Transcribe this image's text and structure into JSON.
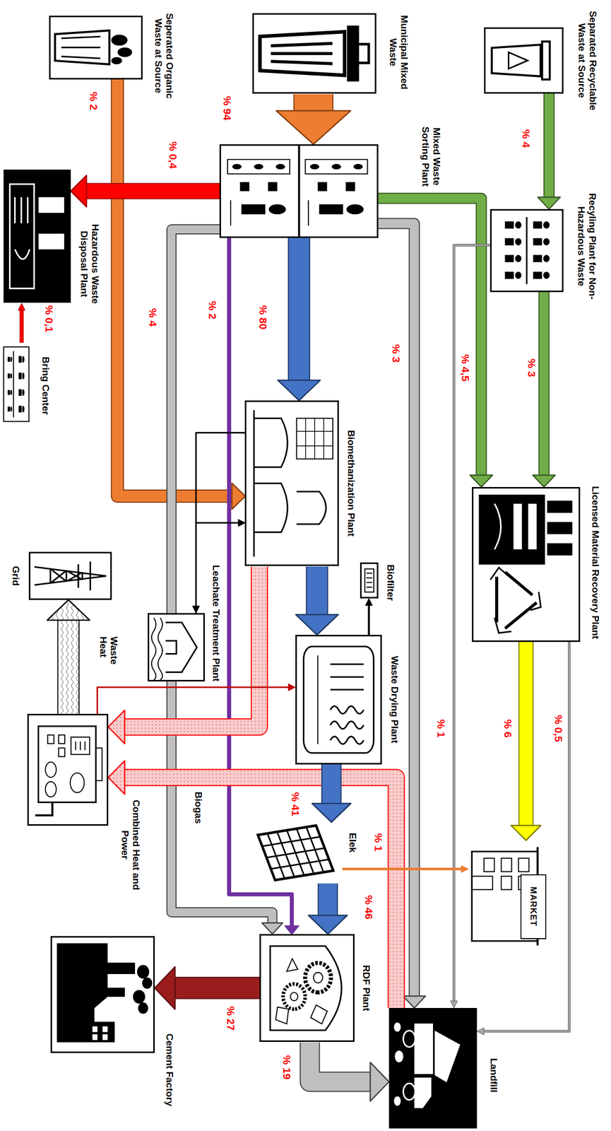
{
  "diagram": {
    "nodes": [
      {
        "text": [
          "Separated Recyclable Waste at Source"
        ]
      },
      {
        "text": [
          "Municipal Mixed Waste"
        ]
      },
      {
        "text": [
          "Seperated Organic Waste at Source"
        ]
      },
      {
        "text": [
          "Mixed Waste Sorting Plant"
        ]
      },
      {
        "text": [
          "Recyling Plant for Non-Hazardous Waste"
        ]
      },
      {
        "text": [
          "Hazardous Waste Disposal Plant"
        ]
      },
      {
        "text": [
          "Bring Center"
        ]
      },
      {
        "text": [
          "Licensed Material Recovery Plant"
        ]
      },
      {
        "text": [
          "Biomethanization Plant"
        ]
      },
      {
        "text": [
          "Biofilter"
        ]
      },
      {
        "text": [
          "Leachate Treatment Plant"
        ]
      },
      {
        "text": [
          "Waste Drying Plant"
        ]
      },
      {
        "text": [
          "Grid"
        ]
      },
      {
        "text": [
          "Combined Heat and Power"
        ]
      },
      {
        "text": [
          "Elek"
        ]
      },
      {
        "text": [
          "RDF Plant"
        ]
      },
      {
        "text": [
          "Cement Factory"
        ]
      },
      {
        "text": [
          "Landfill"
        ]
      },
      {
        "text": [
          "MARKET"
        ]
      }
    ],
    "edges": [
      {
        "from": 1,
        "to": 3,
        "arrow": "to",
        "label": "% 94"
      },
      {
        "from": 0,
        "to": 4,
        "arrow": "to",
        "label": "% 4"
      },
      {
        "from": 2,
        "to": 8,
        "arrow": "to",
        "label": "% 2"
      },
      {
        "from": 3,
        "to": 5,
        "arrow": "to",
        "label": "% 0,4"
      },
      {
        "from": 6,
        "to": 5,
        "arrow": "to",
        "label": "% 0,1"
      },
      {
        "from": 3,
        "to": 7,
        "arrow": "to",
        "label": "% 4,5"
      },
      {
        "from": 4,
        "to": 7,
        "arrow": "to",
        "label": "% 3"
      },
      {
        "from": 4,
        "to": 17,
        "arrow": "to",
        "label": "% 1"
      },
      {
        "from": 3,
        "to": 17,
        "arrow": "to",
        "label": "% 3"
      },
      {
        "from": 3,
        "to": 8,
        "arrow": "to",
        "label": "% 80"
      },
      {
        "from": 3,
        "to": 15,
        "arrow": "to",
        "label": "% 2"
      },
      {
        "from": 3,
        "to": 15,
        "arrow": "to",
        "label": "% 4"
      },
      {
        "from": 7,
        "to": 18,
        "arrow": "to",
        "label": "% 6"
      },
      {
        "from": 7,
        "to": 17,
        "arrow": "to",
        "label": "% 0,5"
      },
      {
        "from": 8,
        "to": 11,
        "arrow": "to"
      },
      {
        "from": 8,
        "to": 10,
        "arrow": "to"
      },
      {
        "from": 10,
        "to": 8,
        "arrow": "to"
      },
      {
        "from": 17,
        "to": 13,
        "arrow": "to"
      },
      {
        "from": 8,
        "to": 13,
        "arrow": "to"
      },
      {
        "from": 13,
        "to": 11,
        "arrow": "to",
        "label": "Waste Heat"
      },
      {
        "from": 13,
        "to": 12,
        "arrow": "to"
      },
      {
        "from": 11,
        "to": 9,
        "arrow": "to"
      },
      {
        "from": 11,
        "to": 14,
        "arrow": "to",
        "label": "% 41"
      },
      {
        "from": 14,
        "to": 18,
        "arrow": "to",
        "label": "% 1"
      },
      {
        "from": 14,
        "to": 15,
        "arrow": "to",
        "label": "% 46"
      },
      {
        "from": 15,
        "to": 16,
        "arrow": "to",
        "label": "% 27"
      },
      {
        "from": 15,
        "to": 17,
        "arrow": "to",
        "label": "% 19"
      }
    ],
    "labels": [
      "Biogas"
    ]
  }
}
